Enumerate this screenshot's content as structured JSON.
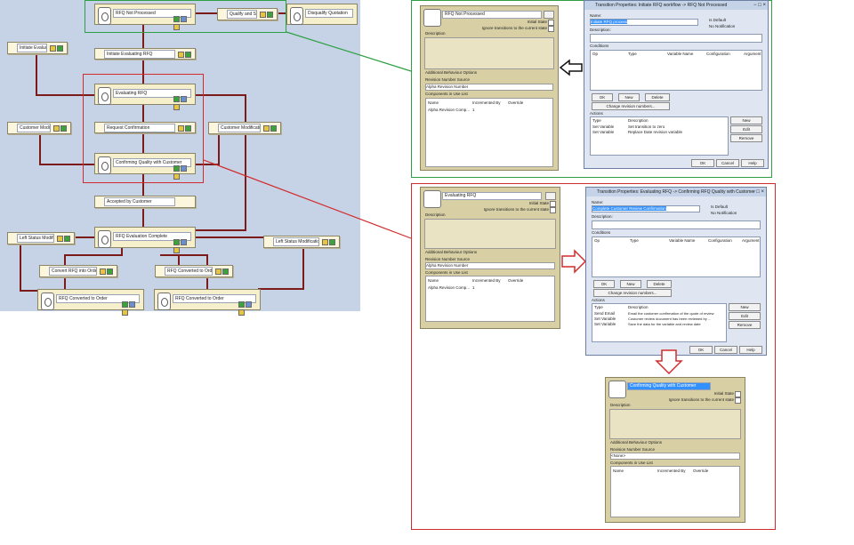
{
  "workflow": {
    "nodes": {
      "start": "RFQ Not Processed",
      "qualify": "Qualify and Send",
      "disqualify": "Disqualify Quotation",
      "initiate": "Initiate Evaluation",
      "initiate_rfq": "Initiate Evaluating RFQ",
      "evaluate": "Evaluating RFQ",
      "request_conf": "Request Confirmation",
      "customer_mod_left": "Customer Modification",
      "customer_mod_right": "Customer Modifications",
      "quality": "Confirming Quality with Customer",
      "accepted": "Accepted by Customer",
      "rfq_eval": "RFQ Evaluation Complete",
      "left_status": "Left Status Modification",
      "right_status": "Left Status Modification",
      "convert": "Convert RFQ into Order",
      "rfq_order": "RFQ Converted to Order",
      "rfq_cancel": "RFQ Converted to Order",
      "order_done": "RFQ Converted to Order"
    }
  },
  "panel_top": {
    "name": "RFQ Not Processed",
    "initial_state": "Initial State",
    "ignore_transitions": "Ignore transitions to the current state",
    "description": "Description",
    "behaviour": "Additional Behaviour Options",
    "revision_number": "Revision Number Source",
    "revision_value": "Alpha Revision Number",
    "components": "Components in Use List",
    "col_name": "Name",
    "col_increment": "Incremented By",
    "col_override": "Override",
    "row_name": "Alpha Revision Comp...",
    "row_increment": "1"
  },
  "dialog_top": {
    "title": "Transition Properties: Initiate RFQ workflow -> RFQ Not Processed",
    "name_label": "Name:",
    "name_value": "Initiate RFQ process",
    "is_default": "Is Default",
    "no_notification": "No Notification",
    "description_label": "Description:",
    "conditions": "Conditions",
    "col_op": "Op",
    "col_type": "Type",
    "col_variable": "Variable Name",
    "col_config": "Configuration",
    "col_argument": "Argument",
    "btn_ok": "OK",
    "btn_new": "New",
    "btn_delete": "Delete",
    "btn_change": "Change revision numbers...",
    "actions": "Actions",
    "col_a_type": "Type",
    "col_a_desc": "Description",
    "row1_type": "Set Variable",
    "row1_desc": "Set transition to zero",
    "row2_type": "Set Variable",
    "row2_desc": "Replace Date revision variable",
    "btn_side_new": "New",
    "btn_side_edit": "Edit",
    "btn_side_remove": "Remove",
    "btn_ok2": "OK",
    "btn_cancel": "Cancel",
    "btn_help": "Help"
  },
  "panel_mid": {
    "name": "Evaluating RFQ",
    "initial_state": "Initial State",
    "ignore_transitions": "Ignore transitions to the current state",
    "description": "Description",
    "behaviour": "Additional Behaviour Options",
    "revision_number": "Revision Number Source",
    "revision_value": "Alpha Revision Number",
    "components": "Components in Use List",
    "col_name": "Name",
    "col_increment": "Incremented By",
    "col_override": "Override",
    "row_name": "Alpha Revision Comp...",
    "row_increment": "1"
  },
  "dialog_mid": {
    "title": "Transition Properties: Evaluating RFQ -> Confirming RFQ Quality with Customer",
    "name_label": "Name:",
    "name_value": "Complete Customer Review Confirmation",
    "is_default": "Is Default",
    "no_notification": "No Notification",
    "description_label": "Description:",
    "conditions": "Conditions",
    "col_op": "Op",
    "col_type": "Type",
    "col_variable": "Variable Name",
    "col_config": "Configuration",
    "col_argument": "Argument",
    "btn_ok": "OK",
    "btn_new": "New",
    "btn_delete": "Delete",
    "btn_change": "Change revision numbers...",
    "actions": "Actions",
    "col_a_type": "Type",
    "col_a_desc": "Description",
    "row1_type": "Send Email",
    "row1_desc": "Email the customer confirmation of the quote of review",
    "row2_type": "Set Variable",
    "row2_desc": "Customer review document has been reviewed by ...",
    "row3_type": "Set Variable",
    "row3_desc": "Save the data for the variable and review date",
    "btn_side_new": "New",
    "btn_side_edit": "Edit",
    "btn_side_remove": "Remove",
    "btn_ok2": "OK",
    "btn_cancel": "Cancel",
    "btn_help": "Help"
  },
  "panel_bottom": {
    "name": "Confirming Quality with Customer",
    "initial_state": "Initial State",
    "ignore_transitions": "Ignore transitions to the current state",
    "description": "Description",
    "behaviour": "Additional Behaviour Options",
    "revision_number": "Revision Number Source",
    "revision_value": "<None>",
    "components": "Components in Use List",
    "col_name": "Name",
    "col_increment": "Incremented By",
    "col_override": "Override"
  },
  "colors": {
    "green_box": "#2ea043",
    "red_box": "#d22b2b",
    "wire": "#7d1a1a",
    "canvas": "#c6d3e6"
  }
}
